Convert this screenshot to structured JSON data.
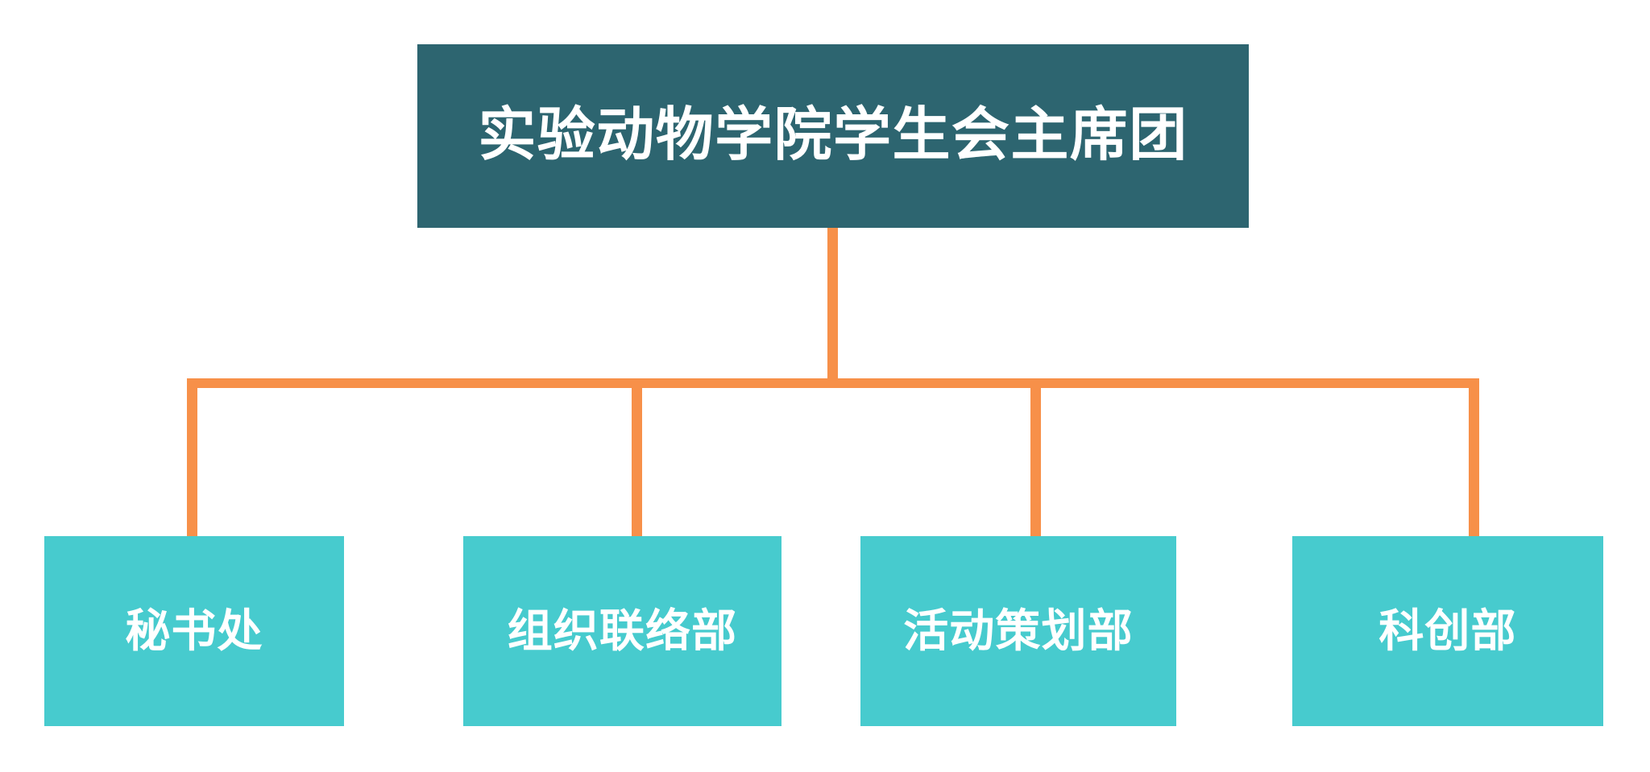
{
  "diagram": {
    "type": "organization-chart",
    "title": "实验动物学院学生会主席团",
    "colors": {
      "root_fill": "#2D6570",
      "child_fill": "#47CBCE",
      "connector": "#F79049",
      "text": "#FFFFFF",
      "background": "#FFFFFF"
    },
    "root": {
      "label": "实验动物学院学生会主席团"
    },
    "children": [
      {
        "label": "秘书处"
      },
      {
        "label": "组织联络部"
      },
      {
        "label": "活动策划部"
      },
      {
        "label": "科创部"
      }
    ]
  }
}
